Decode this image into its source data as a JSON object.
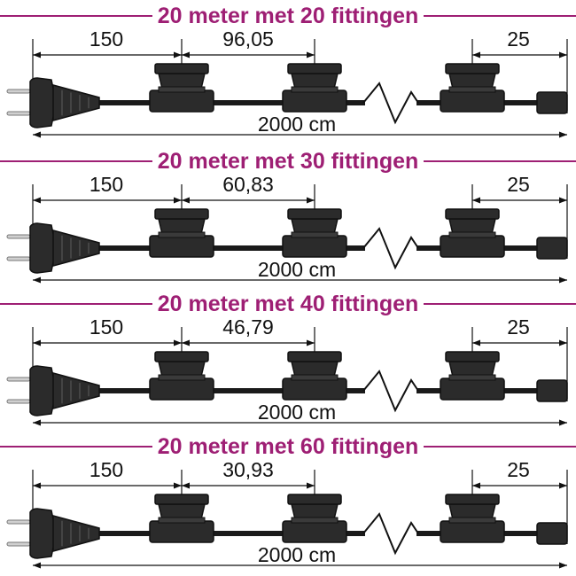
{
  "colors": {
    "title": "#9e1f74",
    "rule": "#9e1f74",
    "cable": "#1a1a1a",
    "fitting": "#2b2b2b"
  },
  "panels": [
    {
      "title": "20 meter met 20 fittingen",
      "plug_lead": "150",
      "spacing": "96,05",
      "end_lead": "25",
      "total": "2000 cm"
    },
    {
      "title": "20 meter met 30 fittingen",
      "plug_lead": "150",
      "spacing": "60,83",
      "end_lead": "25",
      "total": "2000 cm"
    },
    {
      "title": "20 meter met 40 fittingen",
      "plug_lead": "150",
      "spacing": "46,79",
      "end_lead": "25",
      "total": "2000 cm"
    },
    {
      "title": "20 meter met 60 fittingen",
      "plug_lead": "150",
      "spacing": "30,93",
      "end_lead": "25",
      "total": "2000 cm"
    }
  ]
}
